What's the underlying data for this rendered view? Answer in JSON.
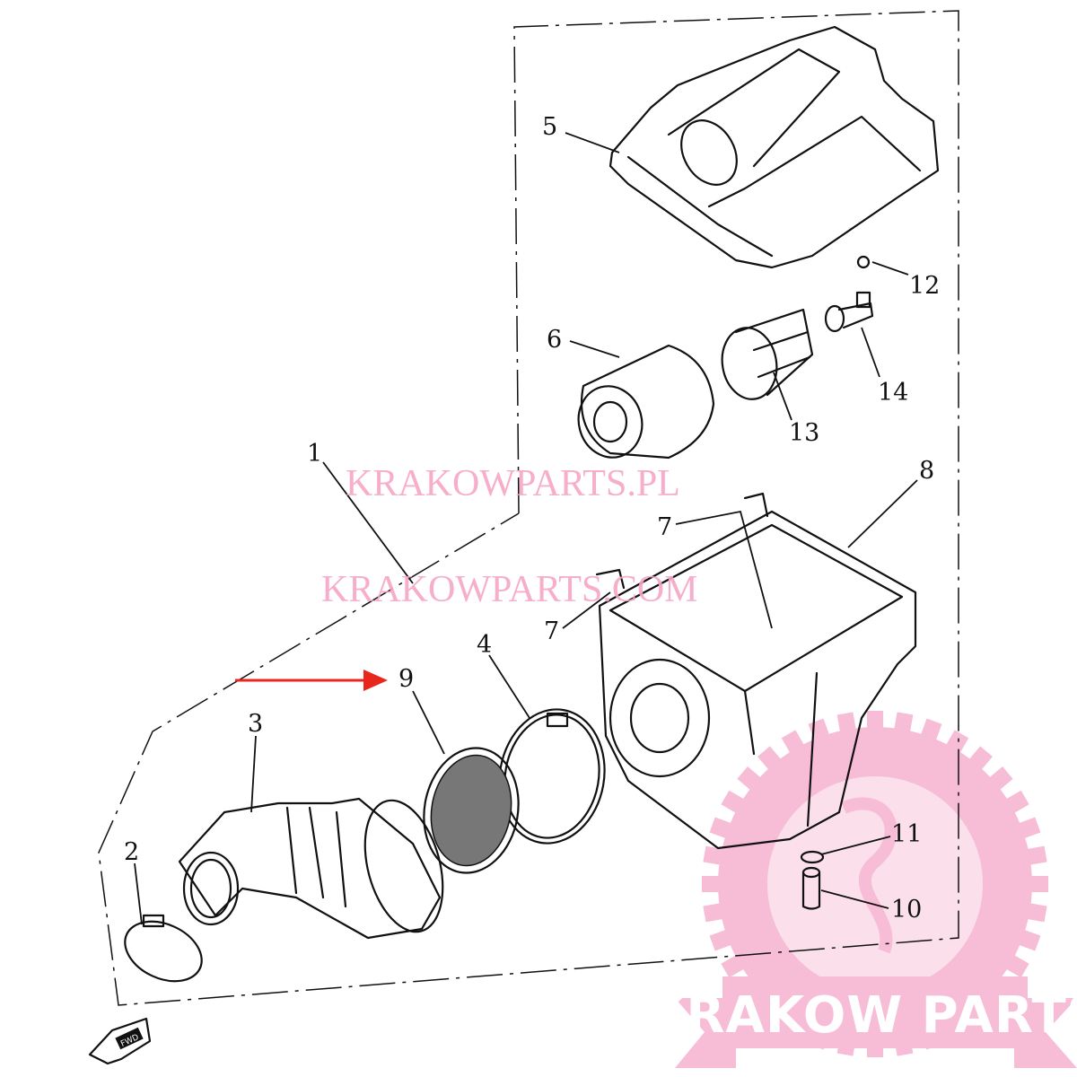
{
  "diagram": {
    "callouts": {
      "c1": "1",
      "c2": "2",
      "c3": "3",
      "c4": "4",
      "c5": "5",
      "c6": "6",
      "c7a": "7",
      "c7b": "7",
      "c8": "8",
      "c9": "9",
      "c10": "10",
      "c11": "11",
      "c12": "12",
      "c13": "13",
      "c14": "14"
    },
    "fwd_label": "FWD",
    "highlight_arrow_color": "#e8261c",
    "highlighted_part": "9"
  },
  "watermarks": {
    "line1": "KRAKOWPARTS.PL",
    "line2": "KRAKOWPARTS.COM",
    "color": "#f6a6c6"
  },
  "logo": {
    "text": "KRAKOW PARTS",
    "color": "#f7bdd6"
  }
}
